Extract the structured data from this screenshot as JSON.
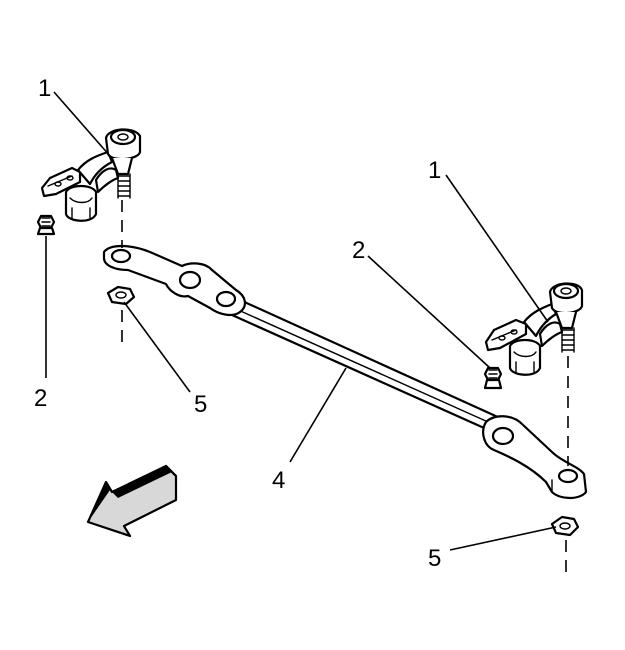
{
  "callouts": {
    "left_idler_arm": "1",
    "right_idler_arm": "1",
    "left_bolt": "2",
    "right_bolt": "2",
    "relay_rod": "4",
    "left_nut": "5",
    "right_nut": "5"
  },
  "icons": {
    "front_arrow": "front-direction-arrow-icon"
  },
  "colors": {
    "line": "#000000",
    "background": "#ffffff",
    "arrow_fill": "#d8d8d8"
  }
}
